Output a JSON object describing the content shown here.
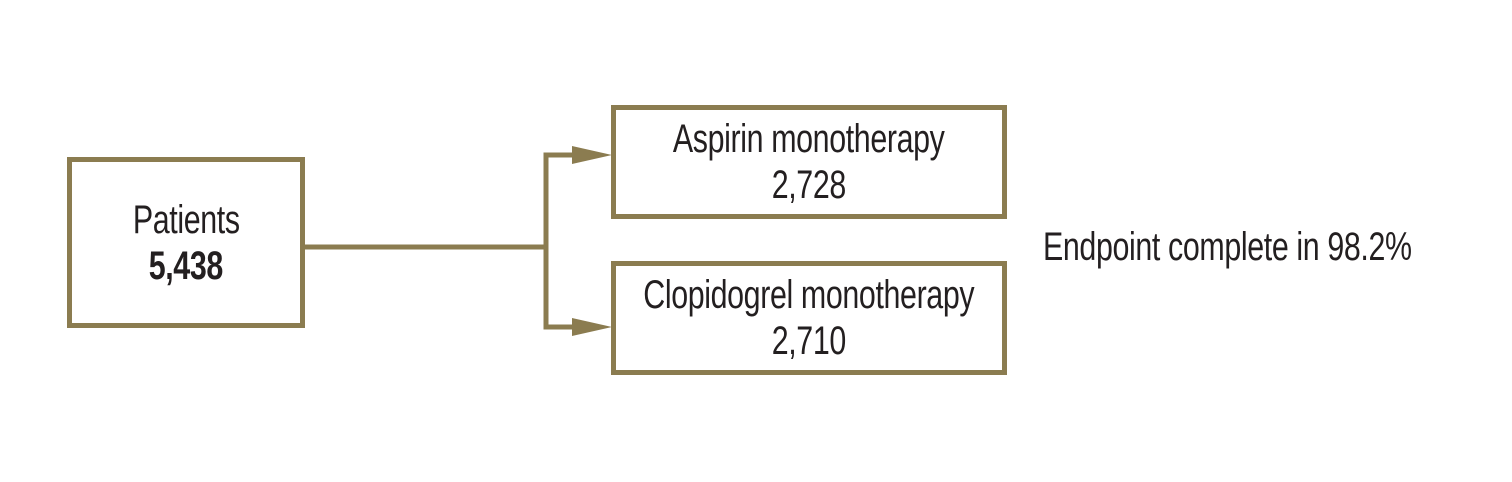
{
  "colors": {
    "accent": "#8b7c50",
    "text": "#231f20",
    "background": "#ffffff"
  },
  "flowchart": {
    "root": {
      "label": "Patients",
      "value": "5,438"
    },
    "branches": [
      {
        "label": "Aspirin monotherapy",
        "value": "2,728"
      },
      {
        "label": "Clopidogrel monotherapy",
        "value": "2,710"
      }
    ],
    "annotation": "Endpoint complete in 98.2%"
  }
}
